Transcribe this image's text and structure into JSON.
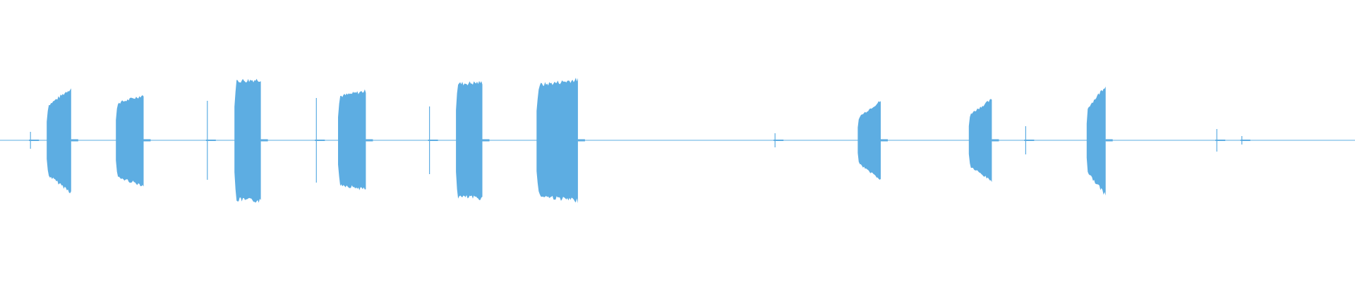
{
  "waveform": {
    "color": "#5dade2",
    "baseline_color": "#5dade2",
    "segments": [
      {
        "start": 0.0345,
        "end": 0.0525,
        "amp_start": 0.24,
        "amp_end": 0.37
      },
      {
        "start": 0.0855,
        "end": 0.106,
        "amp_start": 0.26,
        "amp_end": 0.32
      },
      {
        "start": 0.173,
        "end": 0.1925,
        "amp_start": 0.42,
        "amp_end": 0.43
      },
      {
        "start": 0.2495,
        "end": 0.27,
        "amp_start": 0.31,
        "amp_end": 0.35
      },
      {
        "start": 0.3365,
        "end": 0.356,
        "amp_start": 0.4,
        "amp_end": 0.41
      },
      {
        "start": 0.396,
        "end": 0.4265,
        "amp_start": 0.39,
        "amp_end": 0.43
      },
      {
        "start": 0.633,
        "end": 0.65,
        "amp_start": 0.16,
        "amp_end": 0.28
      },
      {
        "start": 0.715,
        "end": 0.732,
        "amp_start": 0.18,
        "amp_end": 0.29
      },
      {
        "start": 0.802,
        "end": 0.816,
        "amp_start": 0.22,
        "amp_end": 0.39
      }
    ],
    "spikes": [
      {
        "pos": 0.0225,
        "amp": 0.06
      },
      {
        "pos": 0.153,
        "amp": 0.28
      },
      {
        "pos": 0.2335,
        "amp": 0.3
      },
      {
        "pos": 0.317,
        "amp": 0.24
      },
      {
        "pos": 0.572,
        "amp": 0.05
      },
      {
        "pos": 0.757,
        "amp": 0.1
      },
      {
        "pos": 0.898,
        "amp": 0.08
      },
      {
        "pos": 0.9165,
        "amp": 0.03
      }
    ]
  }
}
